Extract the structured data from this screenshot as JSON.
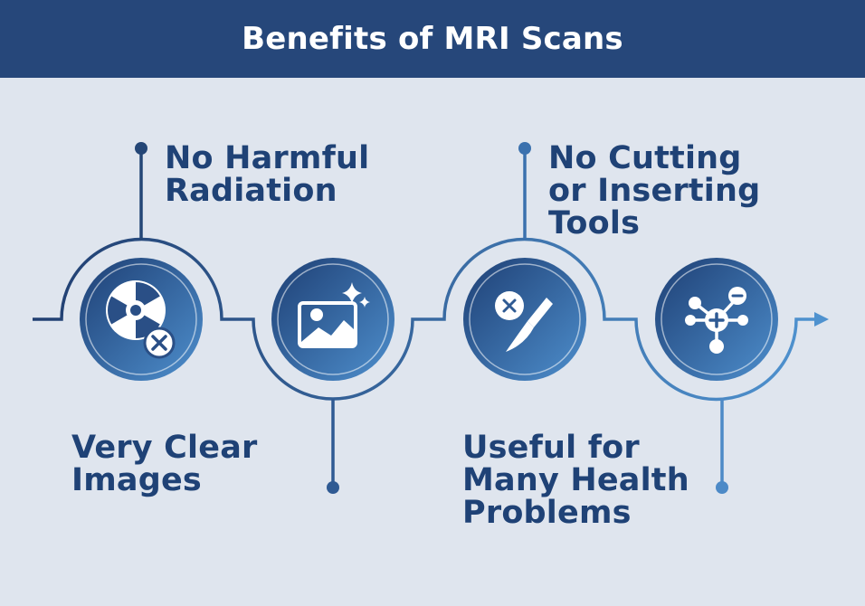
{
  "header": {
    "title": "Benefits of MRI Scans"
  },
  "benefits": [
    {
      "icon": "radiation-blocked-icon",
      "lines": [
        "No Harmful",
        "Radiation"
      ]
    },
    {
      "icon": "clear-image-icon",
      "lines": [
        "Very Clear",
        "Images"
      ]
    },
    {
      "icon": "scalpel-blocked-icon",
      "lines": [
        "No Cutting",
        "or Inserting",
        "Tools"
      ]
    },
    {
      "icon": "molecule-health-icon",
      "lines": [
        "Useful for",
        "Many Health",
        "Problems"
      ]
    }
  ],
  "colors": {
    "header_bg": "#26477a",
    "background": "#dfe5ee",
    "text": "#1f4276",
    "line_dark": "#2c5288",
    "line_light": "#4b86c4",
    "circle_dark": "#1e3f74",
    "circle_light": "#4e8fcd"
  }
}
